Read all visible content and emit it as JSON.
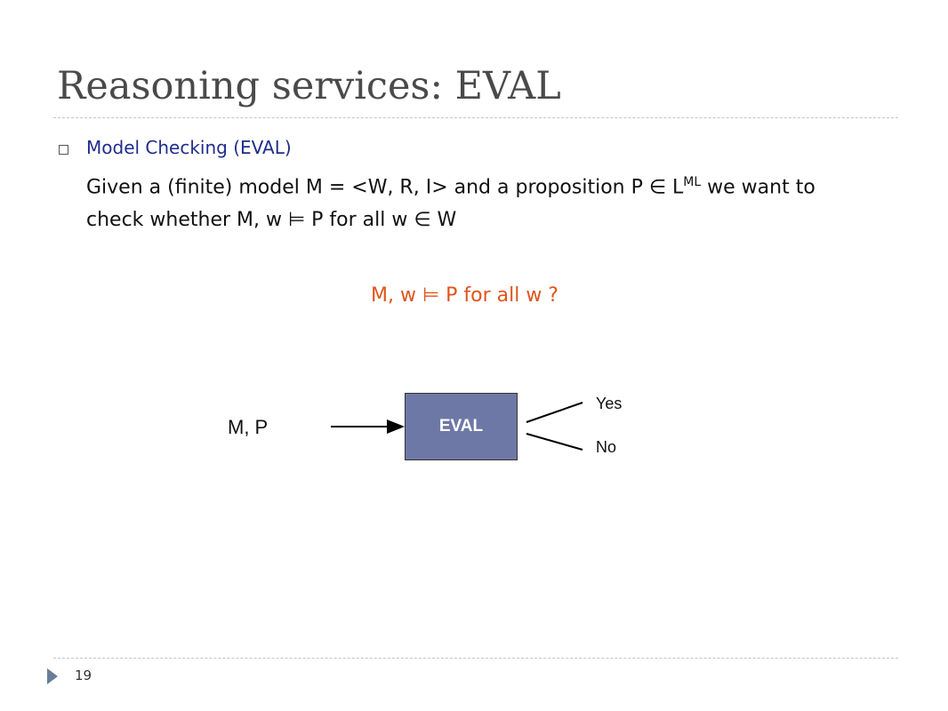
{
  "slide": {
    "title": "Reasoning services: EVAL",
    "bullet": "Model Checking (EVAL)",
    "body_line1_pre": "Given a (finite) model M = <W, R, I> and a proposition P ∈ L",
    "body_line1_sup": "ML",
    "body_line1_post": " we want to",
    "body_line2": "check whether M, w ⊨ P for all w ∈ W",
    "question": "M, w ⊨ P for all w ?",
    "page_number": "19"
  },
  "diagram": {
    "input_label": "M, P",
    "box_label": "EVAL",
    "output_yes": "Yes",
    "output_no": "No"
  },
  "colors": {
    "title": "#4a4a4a",
    "bullet_text": "#1f2d8c",
    "question": "#e0541c",
    "eval_box": "#6e78a6",
    "page_marker": "#6a7d99"
  }
}
